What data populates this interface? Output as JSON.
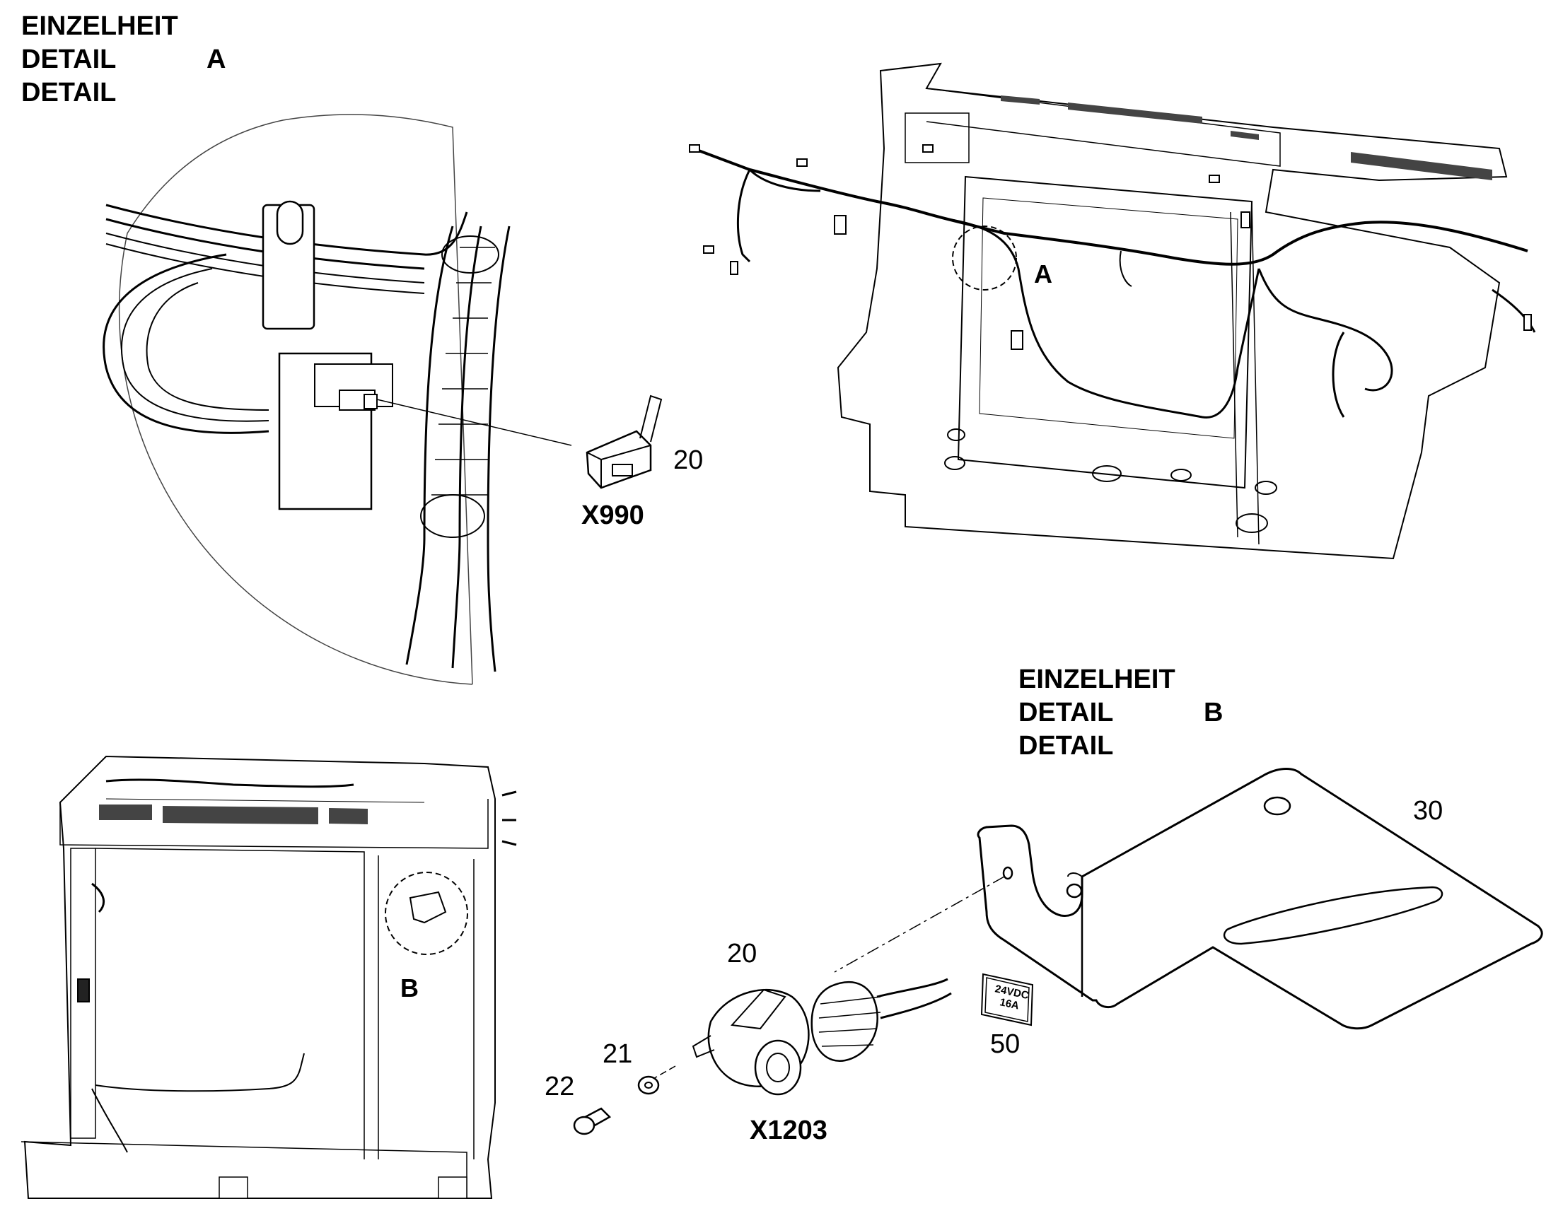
{
  "detail_a": {
    "header": {
      "line1": "EINZELHEIT",
      "line2": "DETAIL",
      "line3": "DETAIL",
      "letter": "A"
    },
    "callout": "20",
    "connector": "X990"
  },
  "overview_top": {
    "detail_marker": "A"
  },
  "overview_bottom": {
    "detail_marker": "B"
  },
  "detail_b": {
    "header": {
      "line1": "EINZELHEIT",
      "line2": "DETAIL",
      "line3": "DETAIL",
      "letter": "B"
    },
    "callouts": {
      "bracket": "30",
      "socket": "20",
      "label": "50",
      "washer": "21",
      "screw": "22"
    },
    "connector": "X1203",
    "label_plate": {
      "line1": "24VDC",
      "line2": "16A"
    }
  }
}
